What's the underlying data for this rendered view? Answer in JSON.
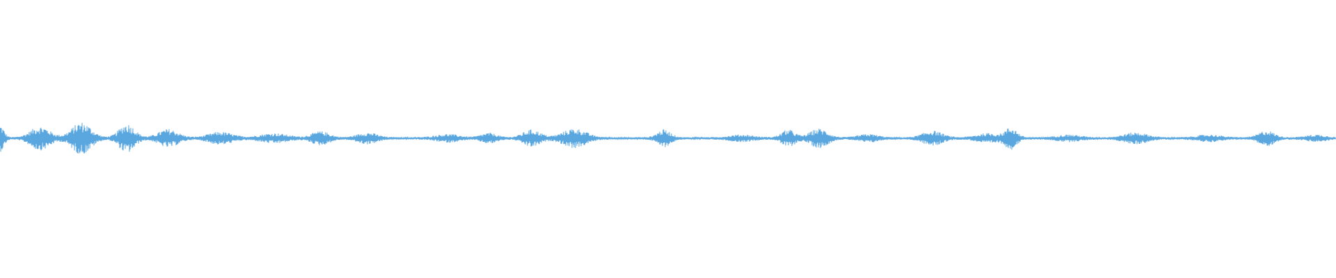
{
  "waveform": {
    "color": "#5aa7e0",
    "peak_fraction_max": 1.0,
    "bursts": [
      {
        "pos": 0.0,
        "amp": 0.45,
        "width": 0.004
      },
      {
        "pos": 0.03,
        "amp": 0.4,
        "width": 0.01
      },
      {
        "pos": 0.061,
        "amp": 0.55,
        "width": 0.01
      },
      {
        "pos": 0.095,
        "amp": 0.5,
        "width": 0.008
      },
      {
        "pos": 0.126,
        "amp": 0.3,
        "width": 0.01
      },
      {
        "pos": 0.165,
        "amp": 0.2,
        "width": 0.012
      },
      {
        "pos": 0.205,
        "amp": 0.15,
        "width": 0.014
      },
      {
        "pos": 0.24,
        "amp": 0.22,
        "width": 0.009
      },
      {
        "pos": 0.275,
        "amp": 0.18,
        "width": 0.01
      },
      {
        "pos": 0.335,
        "amp": 0.12,
        "width": 0.012
      },
      {
        "pos": 0.366,
        "amp": 0.16,
        "width": 0.008
      },
      {
        "pos": 0.398,
        "amp": 0.28,
        "width": 0.009
      },
      {
        "pos": 0.43,
        "amp": 0.32,
        "width": 0.012
      },
      {
        "pos": 0.497,
        "amp": 0.28,
        "width": 0.007
      },
      {
        "pos": 0.555,
        "amp": 0.1,
        "width": 0.012
      },
      {
        "pos": 0.59,
        "amp": 0.28,
        "width": 0.007
      },
      {
        "pos": 0.613,
        "amp": 0.32,
        "width": 0.009
      },
      {
        "pos": 0.65,
        "amp": 0.12,
        "width": 0.01
      },
      {
        "pos": 0.698,
        "amp": 0.24,
        "width": 0.01
      },
      {
        "pos": 0.74,
        "amp": 0.15,
        "width": 0.012
      },
      {
        "pos": 0.757,
        "amp": 0.35,
        "width": 0.006
      },
      {
        "pos": 0.8,
        "amp": 0.1,
        "width": 0.012
      },
      {
        "pos": 0.85,
        "amp": 0.18,
        "width": 0.012
      },
      {
        "pos": 0.905,
        "amp": 0.1,
        "width": 0.012
      },
      {
        "pos": 0.948,
        "amp": 0.25,
        "width": 0.008
      },
      {
        "pos": 0.985,
        "amp": 0.1,
        "width": 0.01
      }
    ],
    "noise_floor": 0.04
  }
}
